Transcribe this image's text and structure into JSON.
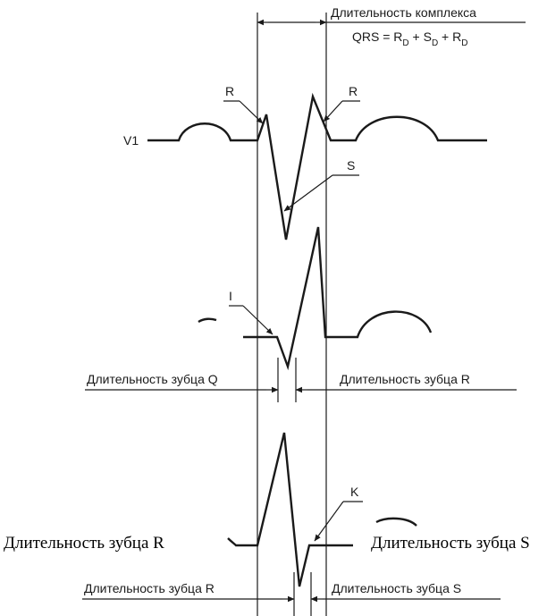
{
  "labels": {
    "complex_duration": "Длительность комплекса",
    "qrs_formula_main": "QRS = R",
    "qrs_sub_1": "D",
    "qrs_plus_s": " + S",
    "qrs_sub_2": "D",
    "qrs_plus_r": " + R",
    "qrs_sub_3": "D",
    "lead_v1": "V1",
    "wave_r_left": "R",
    "wave_r_right": "R",
    "wave_s": "S",
    "point_i": "I",
    "point_k": "K",
    "q_duration_top": "Длительность зубца Q",
    "r_duration_top": "Длительность зубца R",
    "r_duration_bottom": "Длительность зубца R",
    "s_duration_bottom": "Длительность зубца S",
    "r_duration_side": "Длительность зубца R",
    "s_duration_side": "Длительность зубца S"
  }
}
